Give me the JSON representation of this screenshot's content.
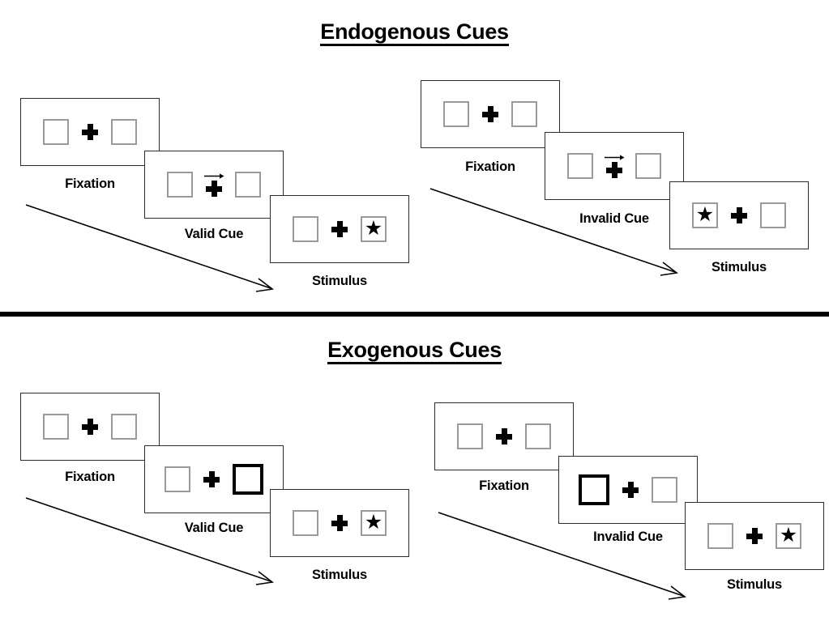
{
  "page": {
    "background_color": "#ffffff",
    "divider_color": "#000000"
  },
  "sections": [
    {
      "id": "endogenous",
      "title": "Endogenous Cues",
      "groups": [
        {
          "id": "endogenous-valid",
          "panels": [
            {
              "id": "fixation",
              "label": "Fixation",
              "left_box": "empty",
              "right_box": "empty",
              "center": "plus"
            },
            {
              "id": "valid-cue",
              "label": "Valid Cue",
              "left_box": "empty",
              "right_box": "empty",
              "center": "plus-with-right-arrow"
            },
            {
              "id": "stimulus",
              "label": "Stimulus",
              "left_box": "empty",
              "right_box": "star",
              "center": "plus"
            }
          ]
        },
        {
          "id": "endogenous-invalid",
          "panels": [
            {
              "id": "fixation",
              "label": "Fixation",
              "left_box": "empty",
              "right_box": "empty",
              "center": "plus"
            },
            {
              "id": "invalid-cue",
              "label": "Invalid Cue",
              "left_box": "empty",
              "right_box": "empty",
              "center": "plus-with-right-arrow"
            },
            {
              "id": "stimulus",
              "label": "Stimulus",
              "left_box": "star",
              "right_box": "empty",
              "center": "plus"
            }
          ]
        }
      ]
    },
    {
      "id": "exogenous",
      "title": "Exogenous Cues",
      "groups": [
        {
          "id": "exogenous-valid",
          "panels": [
            {
              "id": "fixation",
              "label": "Fixation",
              "left_box": "empty",
              "right_box": "empty",
              "center": "plus"
            },
            {
              "id": "valid-cue",
              "label": "Valid Cue",
              "left_box": "empty",
              "right_box": "cued",
              "center": "plus"
            },
            {
              "id": "stimulus",
              "label": "Stimulus",
              "left_box": "empty",
              "right_box": "star",
              "center": "plus"
            }
          ]
        },
        {
          "id": "exogenous-invalid",
          "panels": [
            {
              "id": "fixation",
              "label": "Fixation",
              "left_box": "empty",
              "right_box": "empty",
              "center": "plus"
            },
            {
              "id": "invalid-cue",
              "label": "Invalid Cue",
              "left_box": "cued",
              "right_box": "empty",
              "center": "plus"
            },
            {
              "id": "stimulus",
              "label": "Stimulus",
              "left_box": "empty",
              "right_box": "star",
              "center": "plus"
            }
          ]
        }
      ]
    }
  ],
  "glyphs": {
    "star": "★",
    "fixation_cross": "plus-icon",
    "cue_arrow": "arrow-right-icon",
    "flow_arrow": "time-flow-arrow-icon"
  },
  "colors": {
    "box_border": "#9a9a9a",
    "cued_box_border": "#000000",
    "frame_border": "#2b2b2b",
    "ink": "#000000"
  }
}
